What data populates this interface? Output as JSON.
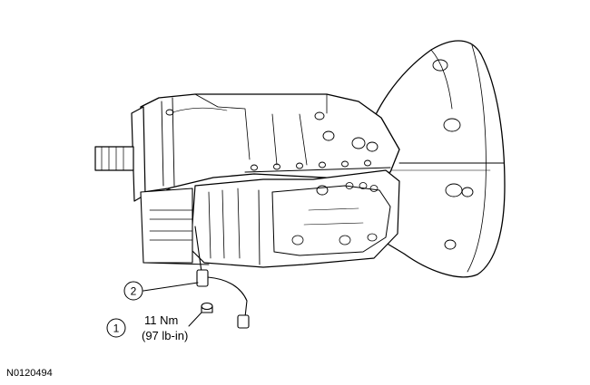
{
  "callouts": [
    {
      "number": "1",
      "torque_metric": "11 Nm",
      "torque_imperial": "(97 lb-in)"
    },
    {
      "number": "2"
    }
  ],
  "figure_id": "N0120494"
}
